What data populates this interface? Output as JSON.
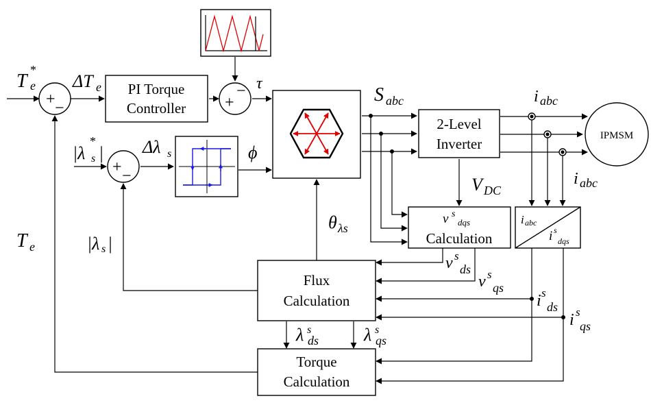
{
  "blocks": {
    "pi_torque": [
      "PI Torque",
      "Controller"
    ],
    "inverter": [
      "2-Level",
      "Inverter"
    ],
    "motor": "IPMSM",
    "vdqs": {
      "symbol": "v",
      "sup": "s",
      "sub": "dqs",
      "line2": "Calculation"
    },
    "idqs": {
      "top": "i",
      "top_sub": "abc",
      "bot": "i",
      "bot_sup": "s",
      "bot_sub": "dqs"
    },
    "flux": [
      "Flux",
      "Calculation"
    ],
    "torque": [
      "Torque",
      "Calculation"
    ]
  },
  "signals": {
    "te_ref": {
      "base": "T",
      "sup": "*",
      "sub": "e"
    },
    "delta_te": {
      "base": "ΔT",
      "sub": "e"
    },
    "tau": "τ",
    "lambda_ref": {
      "base": "|λ",
      "sup": "*",
      "sub": "s",
      "close": "|"
    },
    "delta_lambda": {
      "base": "Δλ",
      "sub": "s"
    },
    "phi": "ϕ",
    "s_abc": {
      "base": "S",
      "sub": "abc"
    },
    "i_abc_top": {
      "base": "i",
      "sub": "abc"
    },
    "i_abc_right": {
      "base": "i",
      "sub": "abc"
    },
    "v_dc": {
      "base": "V",
      "sub": "DC"
    },
    "theta": {
      "base": "θ",
      "sub": "λs"
    },
    "te_fb": {
      "base": "T",
      "sub": "e"
    },
    "lambda_fb": {
      "base": "|λ",
      "sub": "s",
      "close": "|"
    },
    "v_ds": {
      "base": "v",
      "sup": "s",
      "sub": "ds"
    },
    "v_qs": {
      "base": "v",
      "sup": "s",
      "sub": "qs"
    },
    "i_ds": {
      "base": "i",
      "sup": "s",
      "sub": "ds"
    },
    "i_qs": {
      "base": "i",
      "sup": "s",
      "sub": "qs"
    },
    "lambda_ds": {
      "base": "λ",
      "sup": "s",
      "sub": "ds"
    },
    "lambda_qs": {
      "base": "λ",
      "sup": "s",
      "sub": "qs"
    }
  },
  "summers": {
    "torque_error": {
      "top": "+",
      "bottom": "−"
    },
    "carrier_sum": {
      "top": "−",
      "bottom": "+"
    },
    "flux_error": {
      "top": "+",
      "bottom": "−"
    }
  },
  "colors": {
    "vector_red": "#e00000",
    "hysteresis_blue": "#1a1ae0",
    "carrier_red": "#e00000"
  }
}
